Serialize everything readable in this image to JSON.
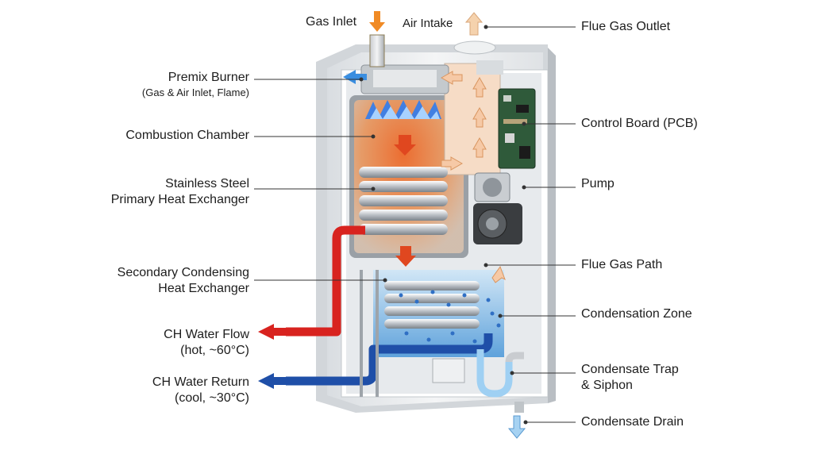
{
  "labels": {
    "gas_inlet": "Gas Inlet",
    "air_intake": "Air Intake",
    "flue_gas_outlet": "Flue Gas Outlet",
    "premix_burner": "Premix Burner",
    "premix_burner_sub": "(Gas & Air Inlet, Flame)",
    "combustion_chamber": "Combustion Chamber",
    "primary_hx_line1": "Stainless Steel",
    "primary_hx_line2": "Primary Heat Exchanger",
    "secondary_hx_line1": "Secondary Condensing",
    "secondary_hx_line2": "Heat Exchanger",
    "ch_flow_line1": "CH Water Flow",
    "ch_flow_line2": "(hot, ~60°C)",
    "ch_return_line1": "CH Water Return",
    "ch_return_line2": "(cool, ~30°C)",
    "control_board": "Control Board (PCB)",
    "pump": "Pump",
    "flue_gas_path": "Flue Gas Path",
    "condensation_zone": "Condensation Zone",
    "condensate_trap_line1": "Condensate Trap",
    "condensate_trap_line2": "& Siphon",
    "condensate_drain": "Condensate Drain"
  },
  "colors": {
    "gas_arrow": "#f08a24",
    "air_arrow": "#f5d2ad",
    "hot_water": "#d8231f",
    "cold_water": "#1f4fa8",
    "flame": "#2f7cf0",
    "combustion_glow": "#f2874a",
    "condensation": "#5aa6e0",
    "casing": "#e9ecef",
    "leader_line": "#333333"
  }
}
